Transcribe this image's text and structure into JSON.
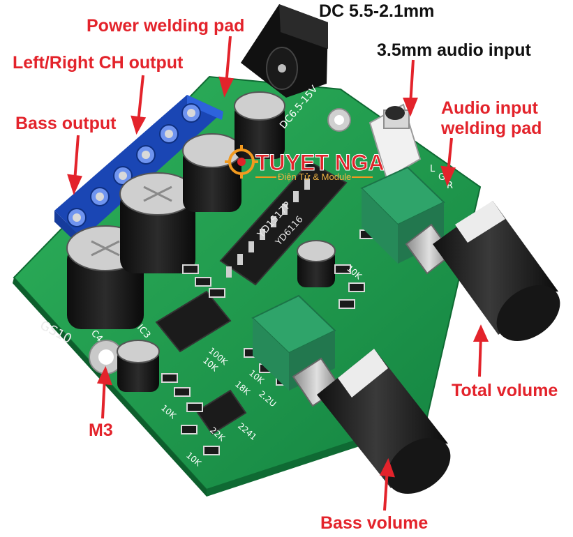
{
  "colors": {
    "callout_text": "#e3232b",
    "label_text": "#111111",
    "pcb_green": "#1e9a4a",
    "terminal_blue": "#1f52c9",
    "watermark_red": "#e0242a",
    "watermark_orange": "#f29a1f"
  },
  "callouts": {
    "dc_jack": "DC 5.5-2.1mm",
    "power_pad": "Power welding pad",
    "lr_output": "Left/Right CH output",
    "audio_input": "3.5mm audio input",
    "audio_pad_line1": "Audio input",
    "audio_pad_line2": "welding pad",
    "bass_output": "Bass output",
    "total_volume": "Total volume",
    "m3_hole": "M3",
    "bass_volume": "Bass volume"
  },
  "watermark": {
    "brand": "TUYET NGA",
    "tagline": "Điện Tử & Module"
  },
  "board_text": {
    "dc_silk": "DC6.5-15V",
    "chip_main": "YD1517P",
    "chip_code": "YD6116",
    "board_id": "GS10",
    "ic_label": "IC3",
    "cap_c4": "C4",
    "pins": [
      "L",
      "G",
      "R"
    ],
    "resistors": [
      "10K",
      "100K",
      "18K",
      "2.2U",
      "10K",
      "22K",
      "10K",
      "2241",
      "10K",
      "10K"
    ]
  },
  "icons": [
    "arrow-icon",
    "logo-icon"
  ]
}
